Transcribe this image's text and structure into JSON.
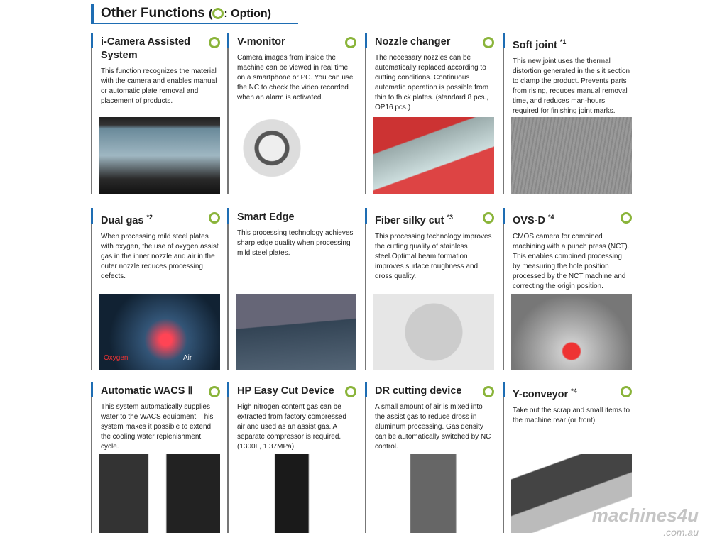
{
  "header": {
    "title": "Other Functions",
    "legend_open": "(",
    "legend_label": ": Option)"
  },
  "cells": [
    {
      "title": "i-Camera Assisted System",
      "sup": "",
      "option": true,
      "desc": "This function recognizes the material with the camera and enables manual or automatic plate removal and placement of products."
    },
    {
      "title": "V-monitor",
      "sup": "",
      "option": true,
      "desc": "Camera images from inside the machine can be viewed in real time on a smartphone or PC. You can use the NC to check the video recorded when an alarm is activated."
    },
    {
      "title": "Nozzle changer",
      "sup": "",
      "option": true,
      "desc": "The necessary nozzles can be automatically replaced according to cutting conditions. Continuous automatic operation is possible from thin to thick plates. (standard 8 pcs., OP16 pcs.)"
    },
    {
      "title": "Soft joint",
      "sup": "*1",
      "option": false,
      "desc": "This new joint uses the thermal distortion generated in the slit section to clamp the product. Prevents parts from rising, reduces manual removal time, and reduces man-hours required for finishing joint marks."
    },
    {
      "title": "Dual gas",
      "sup": "*2",
      "option": true,
      "desc": "When processing mild steel plates with oxygen, the use of oxygen assist gas in the inner nozzle and air in the outer nozzle reduces processing defects."
    },
    {
      "title": "Smart Edge",
      "sup": "",
      "option": false,
      "desc": "This processing technology achieves sharp edge quality when processing mild steel plates."
    },
    {
      "title": "Fiber silky cut",
      "sup": "*3",
      "option": true,
      "desc": "This processing technology improves the cutting quality of stainless steel.Optimal beam formation improves surface roughness and dross quality."
    },
    {
      "title": "OVS-D",
      "sup": "*4",
      "option": true,
      "desc": "CMOS camera for combined machining with a punch press (NCT). This enables combined processing by measuring the hole position processed by the NCT machine and correcting the origin position."
    },
    {
      "title": "Automatic WACS Ⅱ",
      "sup": "",
      "option": true,
      "desc": "This system automatically supplies water to the WACS equipment. This system makes it possible to extend the cooling water replenishment cycle."
    },
    {
      "title": "HP Easy Cut Device",
      "sup": "",
      "option": true,
      "desc": "High nitrogen content gas can be extracted from factory compressed air and used as an assist gas. A separate compressor is required. (1300L, 1.37MPa)"
    },
    {
      "title": "DR cutting device",
      "sup": "",
      "option": true,
      "desc": "A small amount of air is mixed into the assist gas to reduce dross in aluminum processing. Gas density can be automatically switched by NC control."
    },
    {
      "title": "Y-conveyor",
      "sup": "*4",
      "option": true,
      "desc": "Take out the scrap and small items to the machine rear (or front)."
    }
  ],
  "dual_gas_labels": {
    "oxygen": "Oxygen",
    "air": "Air"
  },
  "watermark": {
    "main": "machines4u",
    "sub": ".com.au"
  }
}
